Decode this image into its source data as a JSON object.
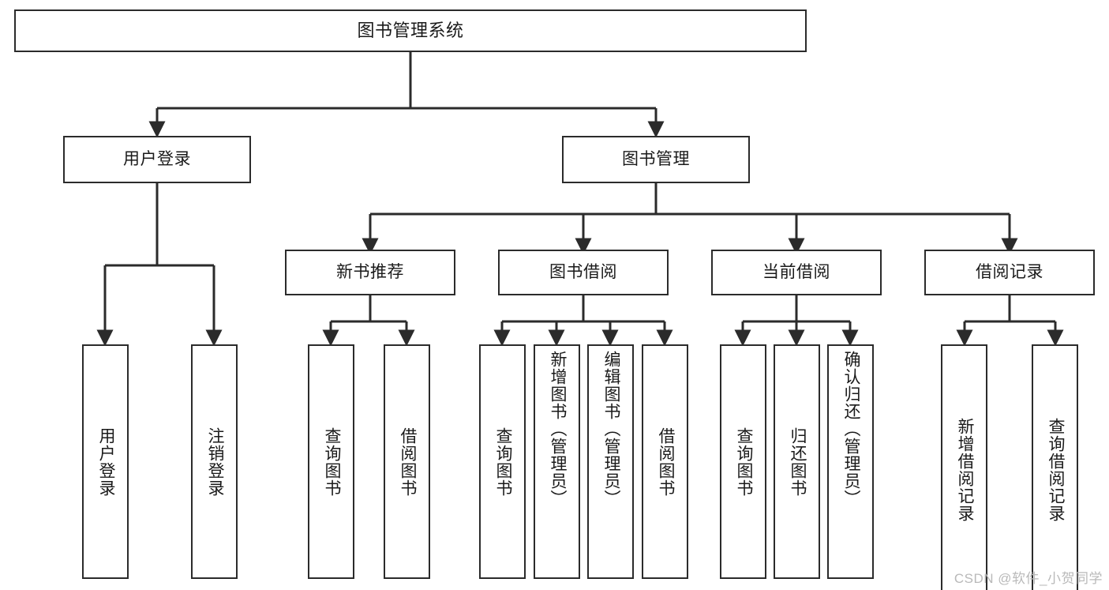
{
  "diagram": {
    "title": "图书管理系统",
    "type": "hierarchy-tree",
    "watermark": "CSDN @软件_小贺同学",
    "stroke_color": "#2b2b2b",
    "background_color": "#ffffff",
    "watermark_color": "#b9b9b9"
  },
  "nodes": {
    "root": {
      "label": "图书管理系统",
      "level": 0
    },
    "level1": [
      {
        "id": "user-login",
        "label": "用户登录"
      },
      {
        "id": "book-manage",
        "label": "图书管理"
      }
    ],
    "level2": [
      {
        "id": "new-book-recommend",
        "label": "新书推荐",
        "parent": "book-manage"
      },
      {
        "id": "book-borrow",
        "label": "图书借阅",
        "parent": "book-manage"
      },
      {
        "id": "current-borrow",
        "label": "当前借阅",
        "parent": "book-manage"
      },
      {
        "id": "borrow-record",
        "label": "借阅记录",
        "parent": "book-manage"
      }
    ],
    "leaves": [
      {
        "id": "leaf-user-login",
        "label": "用户登录",
        "parent": "user-login"
      },
      {
        "id": "leaf-logout-login",
        "label": "注销登录",
        "parent": "user-login"
      },
      {
        "id": "leaf-query-book-1",
        "label": "查询图书",
        "parent": "new-book-recommend"
      },
      {
        "id": "leaf-borrow-book-1",
        "label": "借阅图书",
        "parent": "new-book-recommend"
      },
      {
        "id": "leaf-query-book-2",
        "label": "查询图书",
        "parent": "book-borrow"
      },
      {
        "id": "leaf-add-book",
        "label": "新增图书（管理员）",
        "parent": "book-borrow"
      },
      {
        "id": "leaf-edit-book",
        "label": "编辑图书（管理员）",
        "parent": "book-borrow"
      },
      {
        "id": "leaf-borrow-book-2",
        "label": "借阅图书",
        "parent": "book-borrow"
      },
      {
        "id": "leaf-query-book-3",
        "label": "查询图书",
        "parent": "current-borrow"
      },
      {
        "id": "leaf-return-book",
        "label": "归还图书",
        "parent": "current-borrow"
      },
      {
        "id": "leaf-confirm-return",
        "label": "确认归还（管理员）",
        "parent": "current-borrow"
      },
      {
        "id": "leaf-add-record",
        "label": "新增借阅记录",
        "parent": "borrow-record"
      },
      {
        "id": "leaf-query-record",
        "label": "查询借阅记录",
        "parent": "borrow-record"
      }
    ]
  }
}
